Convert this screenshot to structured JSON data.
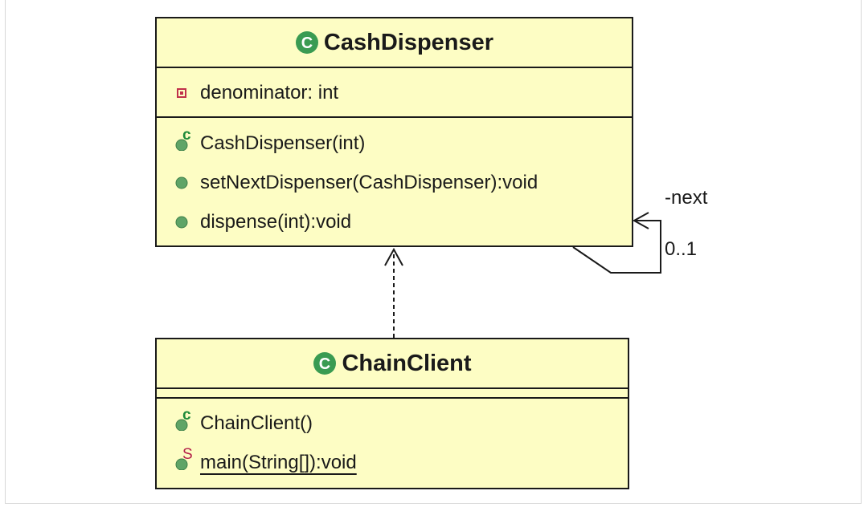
{
  "classes": {
    "cash_dispenser": {
      "name": "CashDispenser",
      "attributes": [
        {
          "visibility": "private",
          "text": "denominator: int"
        }
      ],
      "operations": [
        {
          "visibility": "public",
          "modifier": "c",
          "text": "CashDispenser(int)"
        },
        {
          "visibility": "public",
          "text": "setNextDispenser(CashDispenser):void"
        },
        {
          "visibility": "public",
          "text": "dispense(int):void"
        }
      ]
    },
    "chain_client": {
      "name": "ChainClient",
      "operations": [
        {
          "visibility": "public",
          "modifier": "c",
          "text": "ChainClient()"
        },
        {
          "visibility": "public",
          "modifier": "S",
          "text": "main(String[]):void",
          "static": true
        }
      ]
    }
  },
  "associations": {
    "self_role": "-next",
    "self_multiplicity": "0..1"
  },
  "colors": {
    "class_fill": "#fdfdc4",
    "class_icon": "#3a9b52",
    "public_dot": "#5fa467",
    "private_marker": "#c0304a"
  },
  "icons": {
    "class": "class-c-icon",
    "public": "public-method-icon",
    "private": "private-field-icon"
  }
}
